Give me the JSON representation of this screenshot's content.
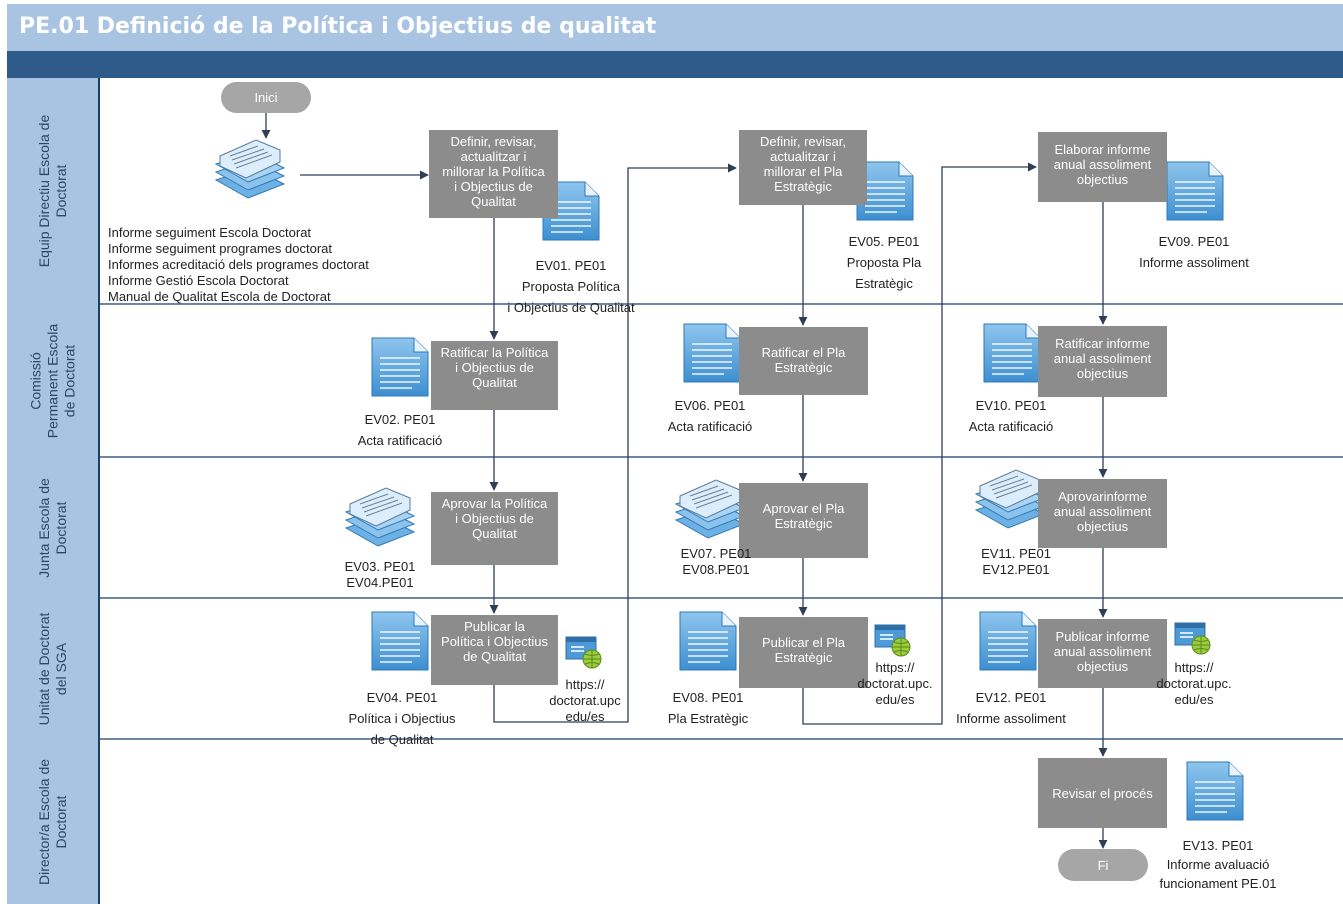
{
  "title": "PE.01 Definició de la Política i Objectius de qualitat",
  "lanes": [
    {
      "label1": "Equip Directiu Escola de",
      "label2": "Doctorat"
    },
    {
      "label1": "Comissió",
      "label2": "Permanent Escola",
      "label3": "de Doctorat"
    },
    {
      "label1": "Junta Escola de",
      "label2": "Doctorat"
    },
    {
      "label1": "Unitat de Doctorat",
      "label2": "del SGA"
    },
    {
      "label1": "Director/a Escola de",
      "label2": "Doctorat"
    }
  ],
  "terminals": {
    "start": "Inici",
    "end": "Fi"
  },
  "inputs": [
    "Informe seguiment Escola Doctorat",
    "Informe seguiment programes doctorat",
    "Informes acreditació dels programes doctorat",
    "Informe Gestió Escola Doctorat",
    "Manual de Qualitat Escola de Doctorat"
  ],
  "tasks": {
    "t1": [
      "Definir, revisar,",
      "actualitzar i",
      "millorar la Política",
      "i Objectius de",
      "Qualitat"
    ],
    "t2": [
      "Ratificar la Política",
      "i Objectius de",
      "Qualitat"
    ],
    "t3": [
      "Aprovar la Política",
      "i Objectius de",
      "Qualitat"
    ],
    "t4": [
      "Publicar  la",
      "Política i Objectius",
      "de Qualitat"
    ],
    "t5": [
      "Definir, revisar,",
      "actualitzar i",
      "millorar el Pla",
      "Estratègic"
    ],
    "t6": [
      "Ratificar el Pla",
      "Estratègic"
    ],
    "t7": [
      "Aprovar el Pla",
      "Estratègic"
    ],
    "t8": [
      "Publicar  el Pla",
      "Estratègic"
    ],
    "t9": [
      "Elaborar informe",
      "anual assoliment",
      "objectius"
    ],
    "t10": [
      "Ratificar informe",
      "anual assoliment",
      "objectius"
    ],
    "t11": [
      "Aprovarinforme",
      "anual assoliment",
      "objectius"
    ],
    "t12": [
      "Publicar  informe",
      "anual assoliment",
      "objectius"
    ],
    "t13": [
      "Revisar el procés"
    ]
  },
  "docs": {
    "ev01": [
      "EV01. PE01",
      "Proposta Política",
      "i Objectius de Qualitat"
    ],
    "ev02": [
      "EV02. PE01",
      "Acta ratificació"
    ],
    "ev03": [
      "EV03. PE01",
      "EV04.PE01"
    ],
    "ev04": [
      "EV04. PE01",
      "Política i Objectius",
      "de Qualitat"
    ],
    "ev05": [
      "EV05. PE01",
      "Proposta Pla",
      "Estratègic"
    ],
    "ev06": [
      "EV06. PE01",
      "Acta ratificació"
    ],
    "ev07": [
      "EV07. PE01",
      "EV08.PE01"
    ],
    "ev08": [
      "EV08. PE01",
      "Pla Estratègic"
    ],
    "ev09": [
      "EV09. PE01",
      "Informe assoliment"
    ],
    "ev10": [
      "EV10. PE01",
      "Acta ratificació"
    ],
    "ev11": [
      "EV11. PE01",
      "EV12.PE01"
    ],
    "ev12": [
      "EV12. PE01",
      "Informe assoliment"
    ],
    "ev13": [
      "EV13. PE01",
      "Informe avaluació",
      "funcionament  PE.01"
    ]
  },
  "web": {
    "w1": [
      "https://",
      "doctorat.upc",
      "edu/es"
    ],
    "w2": [
      "https://",
      "doctorat.upc.",
      "edu/es"
    ],
    "w3": [
      "https://",
      "doctorat.upc.",
      "edu/es"
    ]
  },
  "colors": {
    "title_bar": "#a9c4e3",
    "sub_bar": "#2f5b8b",
    "task": "#8c8c8c",
    "terminal": "#a6a6a6",
    "document": "#5ba3dc"
  }
}
